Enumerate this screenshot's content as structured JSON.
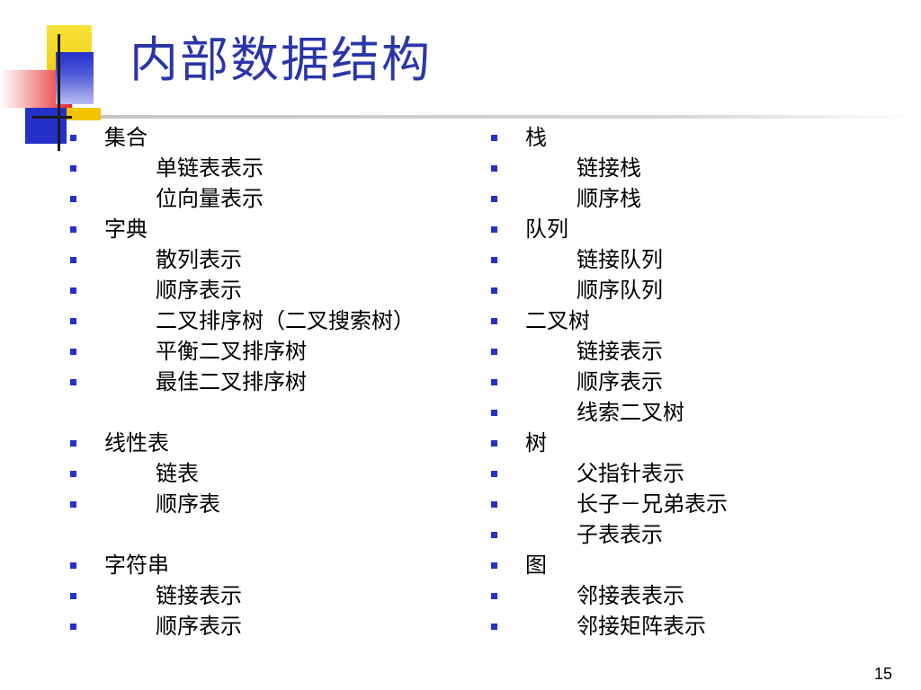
{
  "slide": {
    "title": "内部数据结构",
    "page_number": "15",
    "bullet_color": "#2431c8",
    "title_color": "#2a36a8"
  },
  "left_column": [
    {
      "level": 1,
      "text": "集合"
    },
    {
      "level": 2,
      "text": "单链表表示"
    },
    {
      "level": 2,
      "text": "位向量表示"
    },
    {
      "level": 1,
      "text": "字典"
    },
    {
      "level": 2,
      "text": "散列表示"
    },
    {
      "level": 2,
      "text": "顺序表示"
    },
    {
      "level": 2,
      "text": "二叉排序树（二叉搜索树）"
    },
    {
      "level": 2,
      "text": "平衡二叉排序树"
    },
    {
      "level": 2,
      "text": "最佳二叉排序树"
    },
    {
      "level": 0,
      "text": ""
    },
    {
      "level": 1,
      "text": "线性表"
    },
    {
      "level": 2,
      "text": "链表"
    },
    {
      "level": 2,
      "text": "顺序表"
    },
    {
      "level": 0,
      "text": ""
    },
    {
      "level": 1,
      "text": "字符串"
    },
    {
      "level": 2,
      "text": "链接表示"
    },
    {
      "level": 2,
      "text": "顺序表示"
    }
  ],
  "right_column": [
    {
      "level": 1,
      "text": "栈"
    },
    {
      "level": 2,
      "text": "链接栈"
    },
    {
      "level": 2,
      "text": "顺序栈"
    },
    {
      "level": 1,
      "text": "队列"
    },
    {
      "level": 2,
      "text": "链接队列"
    },
    {
      "level": 2,
      "text": "顺序队列"
    },
    {
      "level": 1,
      "text": "二叉树"
    },
    {
      "level": 2,
      "text": "链接表示"
    },
    {
      "level": 2,
      "text": "顺序表示"
    },
    {
      "level": 2,
      "text": "线索二叉树"
    },
    {
      "level": 1,
      "text": "树"
    },
    {
      "level": 2,
      "text": "父指针表示"
    },
    {
      "level": 2,
      "text": "长子－兄弟表示"
    },
    {
      "level": 2,
      "text": "子表表示"
    },
    {
      "level": 1,
      "text": "图"
    },
    {
      "level": 2,
      "text": "邻接表表示"
    },
    {
      "level": 2,
      "text": "邻接矩阵表示"
    }
  ]
}
